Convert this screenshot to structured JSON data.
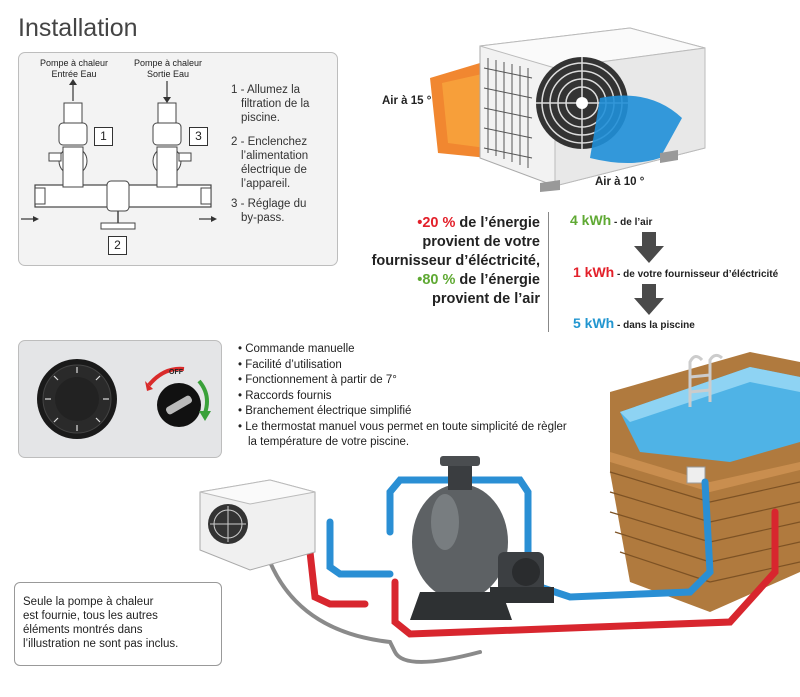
{
  "title": "Installation",
  "installation": {
    "label_left_1": "Pompe à chaleur",
    "label_left_2": "Entrée Eau",
    "label_right_1": "Pompe à chaleur",
    "label_right_2": "Sortie Eau",
    "box1": "1",
    "box2": "2",
    "box3": "3",
    "steps": [
      [
        "1 - Allumez la",
        "filtration de la",
        "piscine."
      ],
      [
        "2 - Enclenchez",
        "l’alimentation",
        "électrique de",
        "l’appareil."
      ],
      [
        "3 - Réglage du",
        "by-pass."
      ]
    ]
  },
  "heatpump": {
    "air_in": "Air à 15 °",
    "air_out": "Air à 10 °"
  },
  "energy": {
    "line1_pct": "20 %",
    "line1_rest": " de l’énergie",
    "line2": "provient de votre",
    "line3": "fournisseur d’éléctricité,",
    "line4_pct": "80 %",
    "line4_rest": " de l’énergie",
    "line5": "provient de l’air"
  },
  "flow": [
    {
      "value": "4 kWh",
      "desc": " - de l’air",
      "color": "#5fa933"
    },
    {
      "value": "1 kWh",
      "desc": " - de votre fournisseur d’éléctricité",
      "color": "#e3202a"
    },
    {
      "value": "5 kWh",
      "desc": " - dans la piscine",
      "color": "#2296d0"
    }
  ],
  "knob": {
    "off_label": "OFF"
  },
  "features": [
    "Commande manuelle",
    "Facilité d’utilisation",
    "Fonctionnement à partir de 7°",
    "Raccords fournis",
    "Branchement électrique simplifié",
    "Le thermostat manuel vous permet en toute simplicité de règler",
    "la température de votre piscine."
  ],
  "note": [
    "Seule la pompe à chaleur",
    "est fournie, tous les autres",
    "éléments montrés dans",
    "l’illustration ne sont pas inclus."
  ],
  "colors": {
    "red": "#e3202a",
    "green": "#5fa933",
    "blue": "#2296d0",
    "pipe_blue": "#2a8fd4",
    "pipe_red": "#d8262e"
  }
}
